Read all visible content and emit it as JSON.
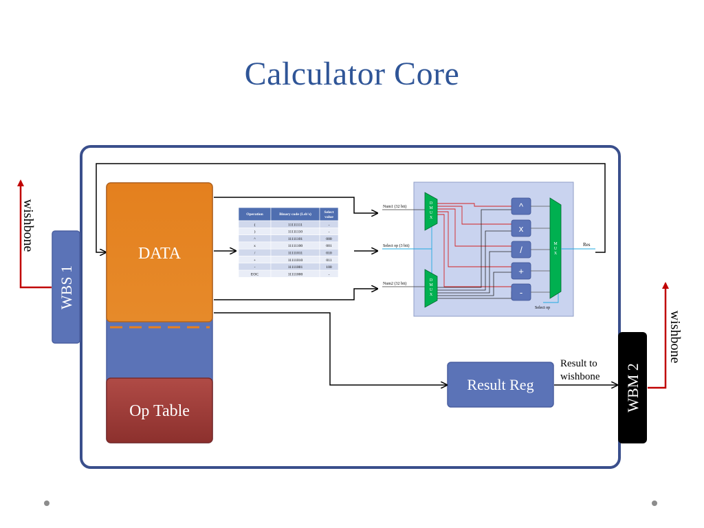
{
  "slide": {
    "title": "Calculator Core"
  },
  "blocks": {
    "data": "DATA",
    "op_table": "Op Table",
    "result_reg": "Result Reg",
    "wbs": "WBS 1",
    "wbm": "WBM 2"
  },
  "labels": {
    "wishbone_left": "wishbone",
    "wishbone_right": "wishbone",
    "result_to_line1": "Result to",
    "result_to_line2": "wishbone"
  },
  "op_table": {
    "headers": [
      "Operation",
      "Binary code (Lsb's)",
      "Select value"
    ],
    "rows": [
      [
        "(",
        "11111111",
        "-"
      ],
      [
        ")",
        "11111110",
        "-"
      ],
      [
        "^",
        "11111101",
        "000"
      ],
      [
        "x",
        "11111100",
        "001"
      ],
      [
        "/",
        "11111011",
        "010"
      ],
      [
        "+",
        "11111010",
        "011"
      ],
      [
        "-",
        "11111001",
        "100"
      ],
      [
        "EOC",
        "11111000",
        "-"
      ]
    ]
  },
  "alu": {
    "num1": "Num1 (32 bit)",
    "select_op": "Select op (3 bit)",
    "num2": "Num2 (32 bit)",
    "res": "Res",
    "select_op_bottom": "Select op",
    "dmux": "DMUX",
    "mux": "MUX",
    "ops": [
      "^",
      "x",
      "/",
      "+",
      "-"
    ]
  },
  "colors": {
    "title": "#2f5597",
    "block_blue": "#5b73b7",
    "data_orange": "#e6801f",
    "op_table_red": "#a6403c",
    "alu_bg": "#c9d3ef",
    "mux_green": "#00b050",
    "wbm_black": "#000000",
    "arrow_red": "#c00000",
    "frame": "#3a4f8c"
  }
}
